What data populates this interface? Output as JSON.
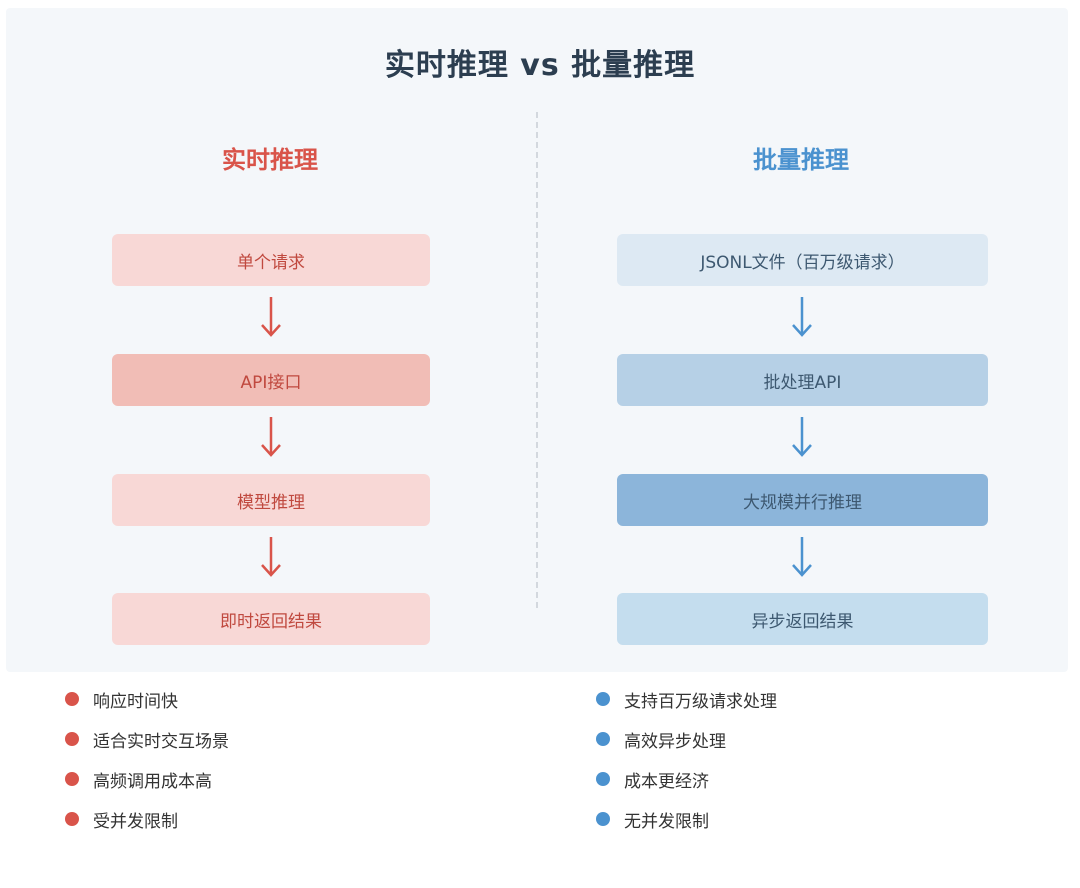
{
  "title": "实时推理 vs 批量推理",
  "colors": {
    "realtime_accent": "#d9544a",
    "batch_accent": "#4b92cf",
    "realtime_box": [
      "#f8d8d6",
      "#f1bdb6",
      "#f8d8d6",
      "#f8d8d6"
    ],
    "batch_box": [
      "#dde9f3",
      "#b6d0e6",
      "#8cb5da",
      "#c4ddee"
    ]
  },
  "realtime": {
    "heading": "实时推理",
    "steps": [
      "单个请求",
      "API接口",
      "模型推理",
      "即时返回结果"
    ],
    "features": [
      "响应时间快",
      "适合实时交互场景",
      "高频调用成本高",
      "受并发限制"
    ]
  },
  "batch": {
    "heading": "批量推理",
    "steps": [
      "JSONL文件（百万级请求）",
      "批处理API",
      "大规模并行推理",
      "异步返回结果"
    ],
    "features": [
      "支持百万级请求处理",
      "高效异步处理",
      "成本更经济",
      "无并发限制"
    ]
  }
}
